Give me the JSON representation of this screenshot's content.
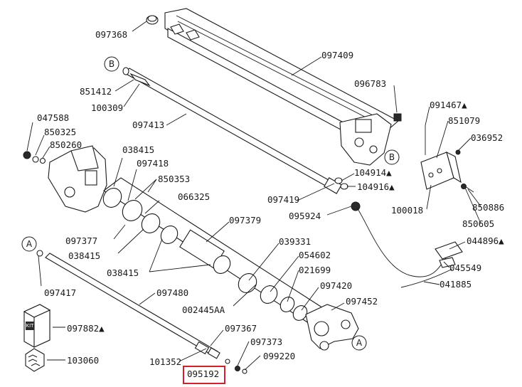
{
  "labels": {
    "p097368": "097368",
    "p097409": "097409",
    "p096783": "096783",
    "p851412": "851412",
    "p100309": "100309",
    "p097413": "097413",
    "p047588": "047588",
    "p850325": "850325",
    "p850260": "850260",
    "p038415a": "038415",
    "p097418": "097418",
    "p850353": "850353",
    "p066325": "066325",
    "p097377": "097377",
    "p038415b": "038415",
    "p038415c": "038415",
    "p097379": "097379",
    "p039331": "039331",
    "p054602": "054602",
    "p021699": "021699",
    "p097420": "097420",
    "p097452": "097452",
    "p002445AA": "002445AA",
    "p097417": "097417",
    "p097480": "097480",
    "p097882": "097882▲",
    "p103060": "103060",
    "p097367": "097367",
    "p097373": "097373",
    "p099220": "099220",
    "p101352": "101352",
    "p095192": "095192",
    "p097419": "097419",
    "p104914": "104914▲",
    "p104916": "104916▲",
    "p095924": "095924",
    "p091467": "091467▲",
    "p851079": "851079",
    "p036952": "036952",
    "p100018": "100018",
    "p850886": "850886",
    "p850605": "850605",
    "p044896": "044896▲",
    "p045549": "045549",
    "p041885": "041885",
    "kit": "KIT"
  },
  "callouts": {
    "B_top": "B",
    "B_right": "B",
    "A_left": "A",
    "A_bottom": "A"
  },
  "highlight_color": "#d21f2a"
}
